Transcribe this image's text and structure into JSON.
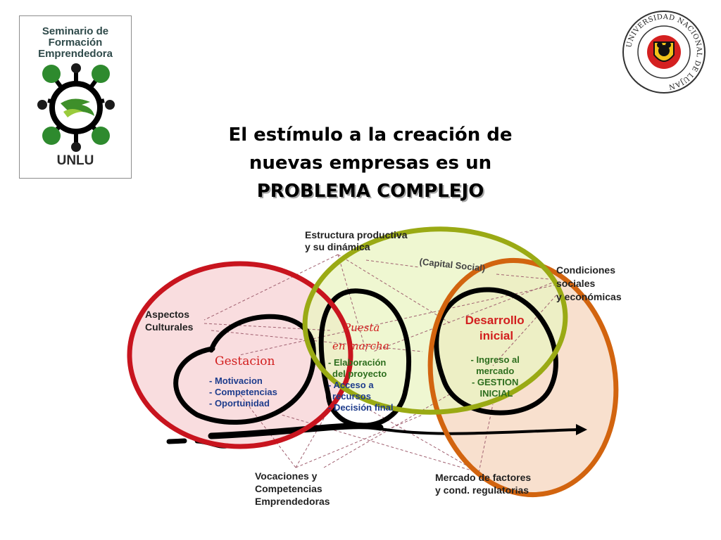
{
  "logo": {
    "lines": [
      "Seminario de",
      "Formación",
      "Emprendedora"
    ],
    "unlu": "UNLU"
  },
  "seal": {
    "ring_text": "UNIVERSIDAD NACIONAL DE LUJAN"
  },
  "title": {
    "line1": "El estímulo a la creación de",
    "line2": "nuevas empresas es un",
    "line3": "PROBLEMA COMPLEJO"
  },
  "diagram": {
    "estructura": [
      "Estructura productiva",
      "y su dinámica"
    ],
    "capital_social": "(Capital Social)",
    "condiciones": [
      "Condiciones",
      "sociales",
      "y económicas"
    ],
    "aspectos": [
      "Aspectos",
      "Culturales"
    ],
    "gestacion": {
      "title": "Gestacion",
      "items": [
        "- Motivacion",
        "- Competencias",
        "- Oportunidad"
      ]
    },
    "puesta": {
      "title": [
        "Puesta",
        "en marcha"
      ],
      "items": [
        "- Elaboración",
        "del proyecto",
        "- Acceso a",
        "recursos",
        "- Decisión final"
      ]
    },
    "desarrollo": {
      "title": [
        "Desarrollo",
        "inicial"
      ],
      "items": [
        "- Ingreso al",
        "mercado",
        "- GESTION",
        "INICIAL"
      ]
    },
    "vocaciones": [
      "Vocaciones y",
      "Competencias",
      "Emprendedoras"
    ],
    "mercado": [
      "Mercado de factores",
      "y cond. regulatorias"
    ]
  },
  "colors": {
    "red": "#c8141e",
    "olive": "#9aaa14",
    "orange": "#d2640f",
    "blue_text": "#1e3c8c",
    "green_text": "#2d6e1e",
    "red_text": "#d21e1e"
  }
}
